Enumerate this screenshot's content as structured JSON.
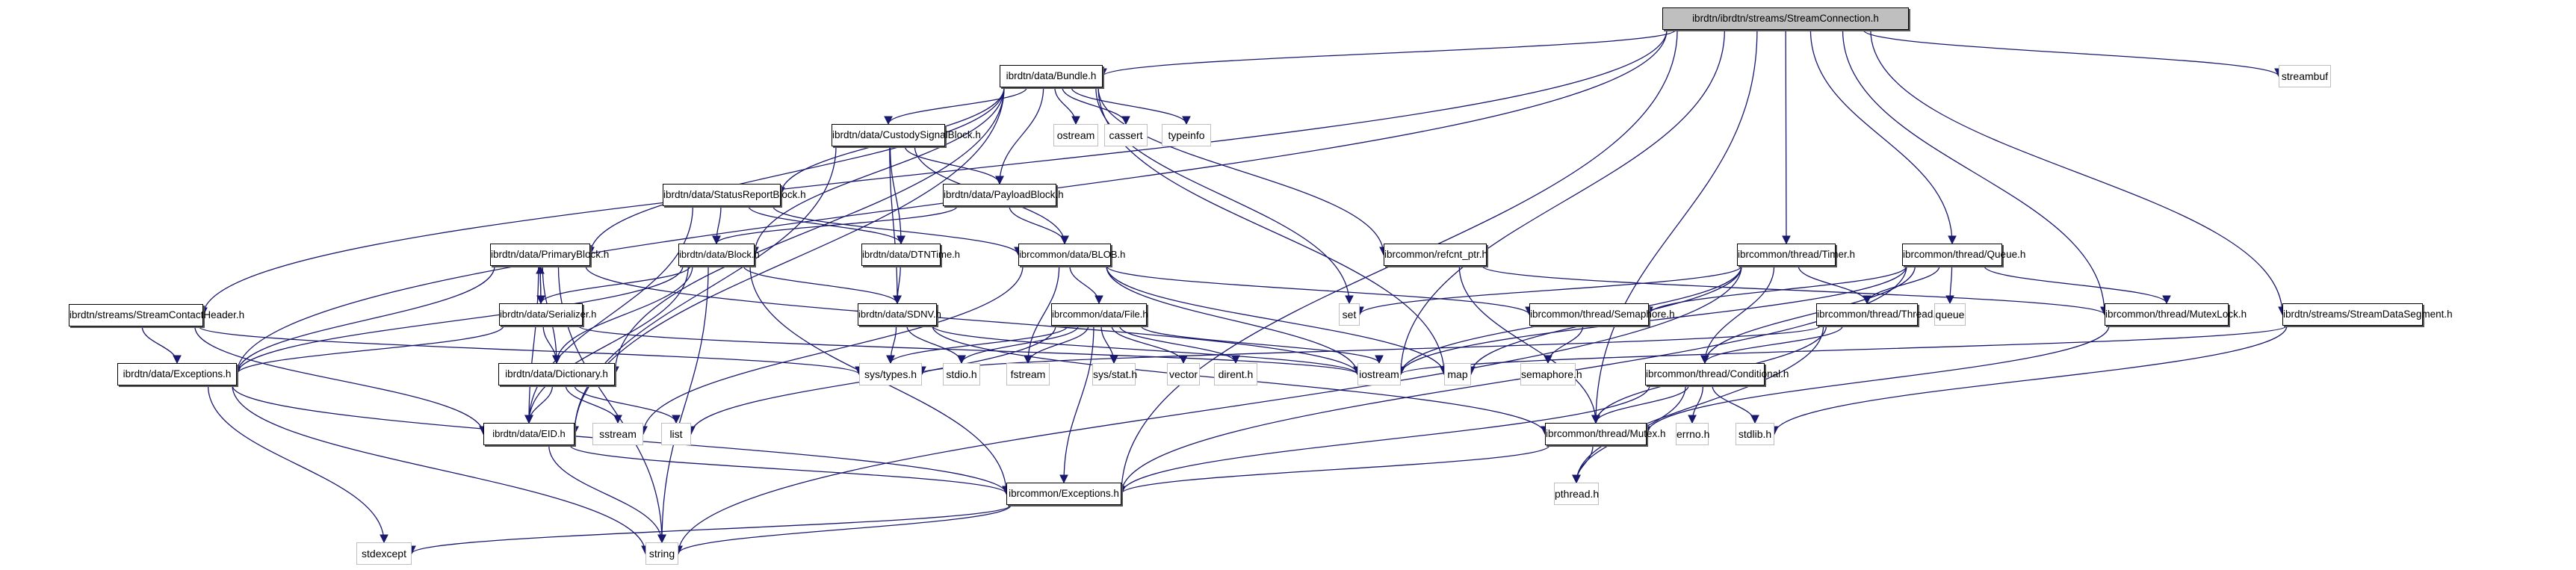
{
  "title": "ibrdtn/ibrdtn/streams/StreamConnection.h include dependency graph",
  "colors": {
    "edge": "#191970",
    "root_fill": "#bfbfbf",
    "external_border": "#bfbfbf",
    "internal_border": "#000000"
  },
  "nodes": [
    {
      "id": "root",
      "label": "ibrdtn/ibrdtn/streams/StreamConnection.h",
      "kind": "root"
    },
    {
      "id": "bundle",
      "label": "ibrdtn/data/Bundle.h",
      "kind": "internal"
    },
    {
      "id": "streambuf",
      "label": "streambuf",
      "kind": "external"
    },
    {
      "id": "custody",
      "label": "ibrdtn/data/CustodySignalBlock.h",
      "kind": "internal"
    },
    {
      "id": "ostream",
      "label": "ostream",
      "kind": "external"
    },
    {
      "id": "cassert",
      "label": "cassert",
      "kind": "external"
    },
    {
      "id": "typeinfo",
      "label": "typeinfo",
      "kind": "external"
    },
    {
      "id": "status",
      "label": "ibrdtn/data/StatusReportBlock.h",
      "kind": "internal"
    },
    {
      "id": "payload",
      "label": "ibrdtn/data/PayloadBlock.h",
      "kind": "internal"
    },
    {
      "id": "primary",
      "label": "ibrdtn/data/PrimaryBlock.h",
      "kind": "internal"
    },
    {
      "id": "block",
      "label": "ibrdtn/data/Block.h",
      "kind": "internal"
    },
    {
      "id": "dtntime",
      "label": "ibrdtn/data/DTNTime.h",
      "kind": "internal"
    },
    {
      "id": "blob",
      "label": "ibrcommon/data/BLOB.h",
      "kind": "internal"
    },
    {
      "id": "refcnt",
      "label": "ibrcommon/refcnt_ptr.h",
      "kind": "internal"
    },
    {
      "id": "timer",
      "label": "ibrcommon/thread/Timer.h",
      "kind": "internal"
    },
    {
      "id": "queue",
      "label": "ibrcommon/thread/Queue.h",
      "kind": "internal"
    },
    {
      "id": "sch",
      "label": "ibrdtn/streams/StreamContactHeader.h",
      "kind": "internal"
    },
    {
      "id": "serializer",
      "label": "ibrdtn/data/Serializer.h",
      "kind": "internal"
    },
    {
      "id": "sdnv",
      "label": "ibrdtn/data/SDNV.h",
      "kind": "internal"
    },
    {
      "id": "file",
      "label": "ibrcommon/data/File.h",
      "kind": "internal"
    },
    {
      "id": "set",
      "label": "set",
      "kind": "external"
    },
    {
      "id": "semaphore",
      "label": "ibrcommon/thread/Semaphore.h",
      "kind": "internal"
    },
    {
      "id": "thread",
      "label": "ibrcommon/thread/Thread.h",
      "kind": "internal"
    },
    {
      "id": "queuex",
      "label": "queue",
      "kind": "external"
    },
    {
      "id": "mutexlock",
      "label": "ibrcommon/thread/MutexLock.h",
      "kind": "internal"
    },
    {
      "id": "sds",
      "label": "ibrdtn/streams/StreamDataSegment.h",
      "kind": "internal"
    },
    {
      "id": "dexc",
      "label": "ibrdtn/data/Exceptions.h",
      "kind": "internal"
    },
    {
      "id": "dict",
      "label": "ibrdtn/data/Dictionary.h",
      "kind": "internal"
    },
    {
      "id": "systypes",
      "label": "sys/types.h",
      "kind": "external"
    },
    {
      "id": "stdio",
      "label": "stdio.h",
      "kind": "external"
    },
    {
      "id": "fstream",
      "label": "fstream",
      "kind": "external"
    },
    {
      "id": "sysstat",
      "label": "sys/stat.h",
      "kind": "external"
    },
    {
      "id": "vector",
      "label": "vector",
      "kind": "external"
    },
    {
      "id": "dirent",
      "label": "dirent.h",
      "kind": "external"
    },
    {
      "id": "iostream",
      "label": "iostream",
      "kind": "external"
    },
    {
      "id": "map",
      "label": "map",
      "kind": "external"
    },
    {
      "id": "semh",
      "label": "semaphore.h",
      "kind": "external"
    },
    {
      "id": "cond",
      "label": "ibrcommon/thread/Conditional.h",
      "kind": "internal"
    },
    {
      "id": "eid",
      "label": "ibrdtn/data/EID.h",
      "kind": "internal"
    },
    {
      "id": "sstream",
      "label": "sstream",
      "kind": "external"
    },
    {
      "id": "list",
      "label": "list",
      "kind": "external"
    },
    {
      "id": "mutex",
      "label": "ibrcommon/thread/Mutex.h",
      "kind": "internal"
    },
    {
      "id": "errno",
      "label": "errno.h",
      "kind": "external"
    },
    {
      "id": "stdlib",
      "label": "stdlib.h",
      "kind": "external"
    },
    {
      "id": "cexc",
      "label": "ibrcommon/Exceptions.h",
      "kind": "internal"
    },
    {
      "id": "pthread",
      "label": "pthread.h",
      "kind": "external"
    },
    {
      "id": "stdexcept",
      "label": "stdexcept",
      "kind": "external"
    },
    {
      "id": "string",
      "label": "string",
      "kind": "external"
    }
  ],
  "edges": [
    [
      "root",
      "bundle"
    ],
    [
      "root",
      "streambuf"
    ],
    [
      "root",
      "sch"
    ],
    [
      "root",
      "dexc"
    ],
    [
      "root",
      "iostream"
    ],
    [
      "root",
      "cexc"
    ],
    [
      "root",
      "timer"
    ],
    [
      "root",
      "queue"
    ],
    [
      "root",
      "mutexlock"
    ],
    [
      "root",
      "sds"
    ],
    [
      "root",
      "mutex"
    ],
    [
      "bundle",
      "custody"
    ],
    [
      "bundle",
      "ostream"
    ],
    [
      "bundle",
      "cassert"
    ],
    [
      "bundle",
      "typeinfo"
    ],
    [
      "bundle",
      "status"
    ],
    [
      "bundle",
      "payload"
    ],
    [
      "bundle",
      "primary"
    ],
    [
      "bundle",
      "block"
    ],
    [
      "bundle",
      "refcnt"
    ],
    [
      "bundle",
      "set"
    ],
    [
      "bundle",
      "eid"
    ],
    [
      "bundle",
      "dict"
    ],
    [
      "bundle",
      "map"
    ],
    [
      "custody",
      "payload"
    ],
    [
      "custody",
      "dtntime"
    ],
    [
      "custody",
      "blob"
    ],
    [
      "custody",
      "sdnv"
    ],
    [
      "custody",
      "eid"
    ],
    [
      "status",
      "block"
    ],
    [
      "status",
      "dtntime"
    ],
    [
      "status",
      "blob"
    ],
    [
      "status",
      "eid"
    ],
    [
      "payload",
      "block"
    ],
    [
      "payload",
      "blob"
    ],
    [
      "primary",
      "serializer"
    ],
    [
      "primary",
      "dict"
    ],
    [
      "primary",
      "eid"
    ],
    [
      "primary",
      "dexc"
    ],
    [
      "primary",
      "string"
    ],
    [
      "primary",
      "iostream"
    ],
    [
      "block",
      "serializer"
    ],
    [
      "block",
      "sdnv"
    ],
    [
      "block",
      "dict"
    ],
    [
      "block",
      "eid"
    ],
    [
      "block",
      "dexc"
    ],
    [
      "block",
      "cexc"
    ],
    [
      "block",
      "string"
    ],
    [
      "dtntime",
      "sdnv"
    ],
    [
      "blob",
      "file"
    ],
    [
      "blob",
      "semaphore"
    ],
    [
      "blob",
      "iostream"
    ],
    [
      "blob",
      "map"
    ],
    [
      "blob",
      "fstream"
    ],
    [
      "blob",
      "sstream"
    ],
    [
      "refcnt",
      "mutex"
    ],
    [
      "refcnt",
      "mutexlock"
    ],
    [
      "timer",
      "thread"
    ],
    [
      "timer",
      "cond"
    ],
    [
      "timer",
      "set"
    ],
    [
      "timer",
      "iostream"
    ],
    [
      "timer",
      "map"
    ],
    [
      "timer",
      "string"
    ],
    [
      "queue",
      "thread"
    ],
    [
      "queue",
      "queuex"
    ],
    [
      "queue",
      "mutexlock"
    ],
    [
      "queue",
      "cond"
    ],
    [
      "queue",
      "semaphore"
    ],
    [
      "queue",
      "cexc"
    ],
    [
      "queue",
      "iostream"
    ],
    [
      "sch",
      "dexc"
    ],
    [
      "sch",
      "eid"
    ],
    [
      "sch",
      "systypes"
    ],
    [
      "serializer",
      "primary"
    ],
    [
      "serializer",
      "dict"
    ],
    [
      "serializer",
      "dexc"
    ],
    [
      "serializer",
      "iostream"
    ],
    [
      "sdnv",
      "systypes"
    ],
    [
      "sdnv",
      "stdio"
    ],
    [
      "sdnv",
      "iostream"
    ],
    [
      "sdnv",
      "mutex"
    ],
    [
      "file",
      "systypes"
    ],
    [
      "file",
      "stdio"
    ],
    [
      "file",
      "fstream"
    ],
    [
      "file",
      "sysstat"
    ],
    [
      "file",
      "vector"
    ],
    [
      "file",
      "dirent"
    ],
    [
      "file",
      "iostream"
    ],
    [
      "file",
      "list"
    ],
    [
      "file",
      "cexc"
    ],
    [
      "semaphore",
      "semh"
    ],
    [
      "thread",
      "cond"
    ],
    [
      "thread",
      "mutex"
    ],
    [
      "thread",
      "pthread"
    ],
    [
      "thread",
      "systypes"
    ],
    [
      "mutexlock",
      "mutex"
    ],
    [
      "sds",
      "iostream"
    ],
    [
      "sds",
      "stdlib"
    ],
    [
      "dexc",
      "cexc"
    ],
    [
      "dexc",
      "stdexcept"
    ],
    [
      "dexc",
      "string"
    ],
    [
      "dict",
      "eid"
    ],
    [
      "dict",
      "sstream"
    ],
    [
      "dict",
      "list"
    ],
    [
      "cond",
      "mutex"
    ],
    [
      "cond",
      "errno"
    ],
    [
      "cond",
      "stdlib"
    ],
    [
      "cond",
      "pthread"
    ],
    [
      "cond",
      "cexc"
    ],
    [
      "eid",
      "string"
    ],
    [
      "eid",
      "cexc"
    ],
    [
      "mutex",
      "cexc"
    ],
    [
      "mutex",
      "pthread"
    ],
    [
      "cexc",
      "stdexcept"
    ],
    [
      "cexc",
      "string"
    ]
  ]
}
